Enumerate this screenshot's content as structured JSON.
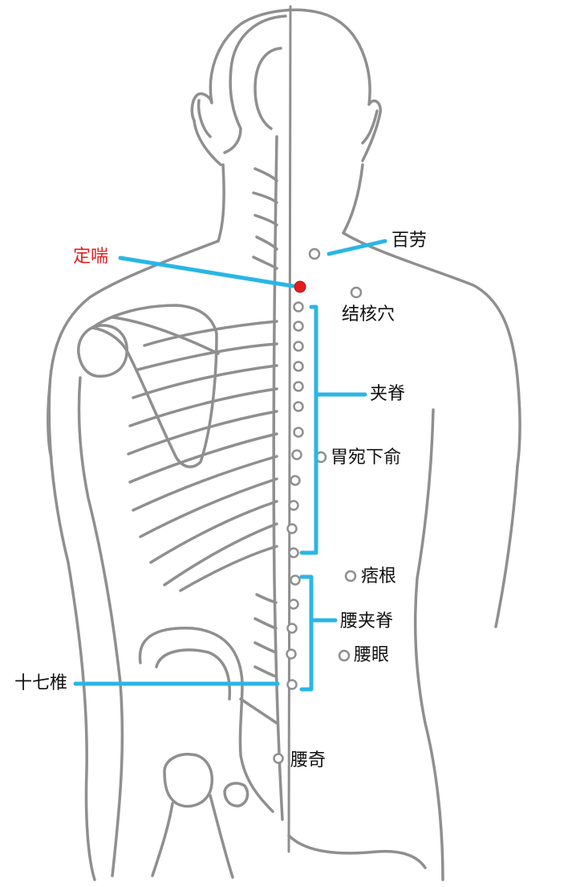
{
  "colors": {
    "outline": "#8f8f8f",
    "pointer": "#29b6e6",
    "highlight_point": "#e01e1e",
    "label_text": "#111111",
    "highlight_text": "#e01e1e",
    "background": "#ffffff"
  },
  "labels": {
    "dingchuan": "定喘",
    "bailao": "百劳",
    "jiehexue": "结核穴",
    "jiaji": "夹脊",
    "weiwanxiashu": "胃宛下俞",
    "pigen": "痞根",
    "yaojiaji": "腰夹脊",
    "yaoyan": "腰眼",
    "shiqizhui": "十七椎",
    "yaoqi": "腰奇"
  }
}
